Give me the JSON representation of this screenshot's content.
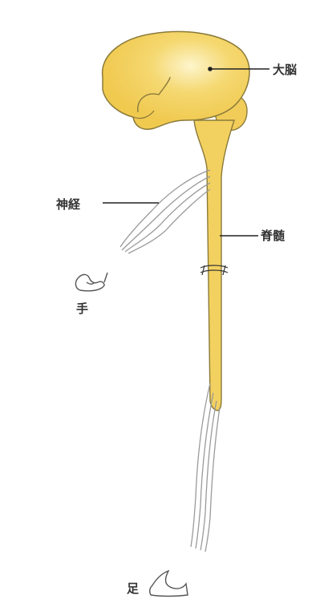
{
  "labels": {
    "brain": "大脳",
    "nerve": "神経",
    "spinal_cord": "脊髄",
    "hand": "手",
    "foot": "足"
  },
  "colors": {
    "tissue": "#f3d160",
    "tissue_highlight": "#fdf3c4",
    "outline": "#8a7a3a",
    "leader_line": "#222222",
    "nerve_fiber": "#9a9a9a"
  }
}
